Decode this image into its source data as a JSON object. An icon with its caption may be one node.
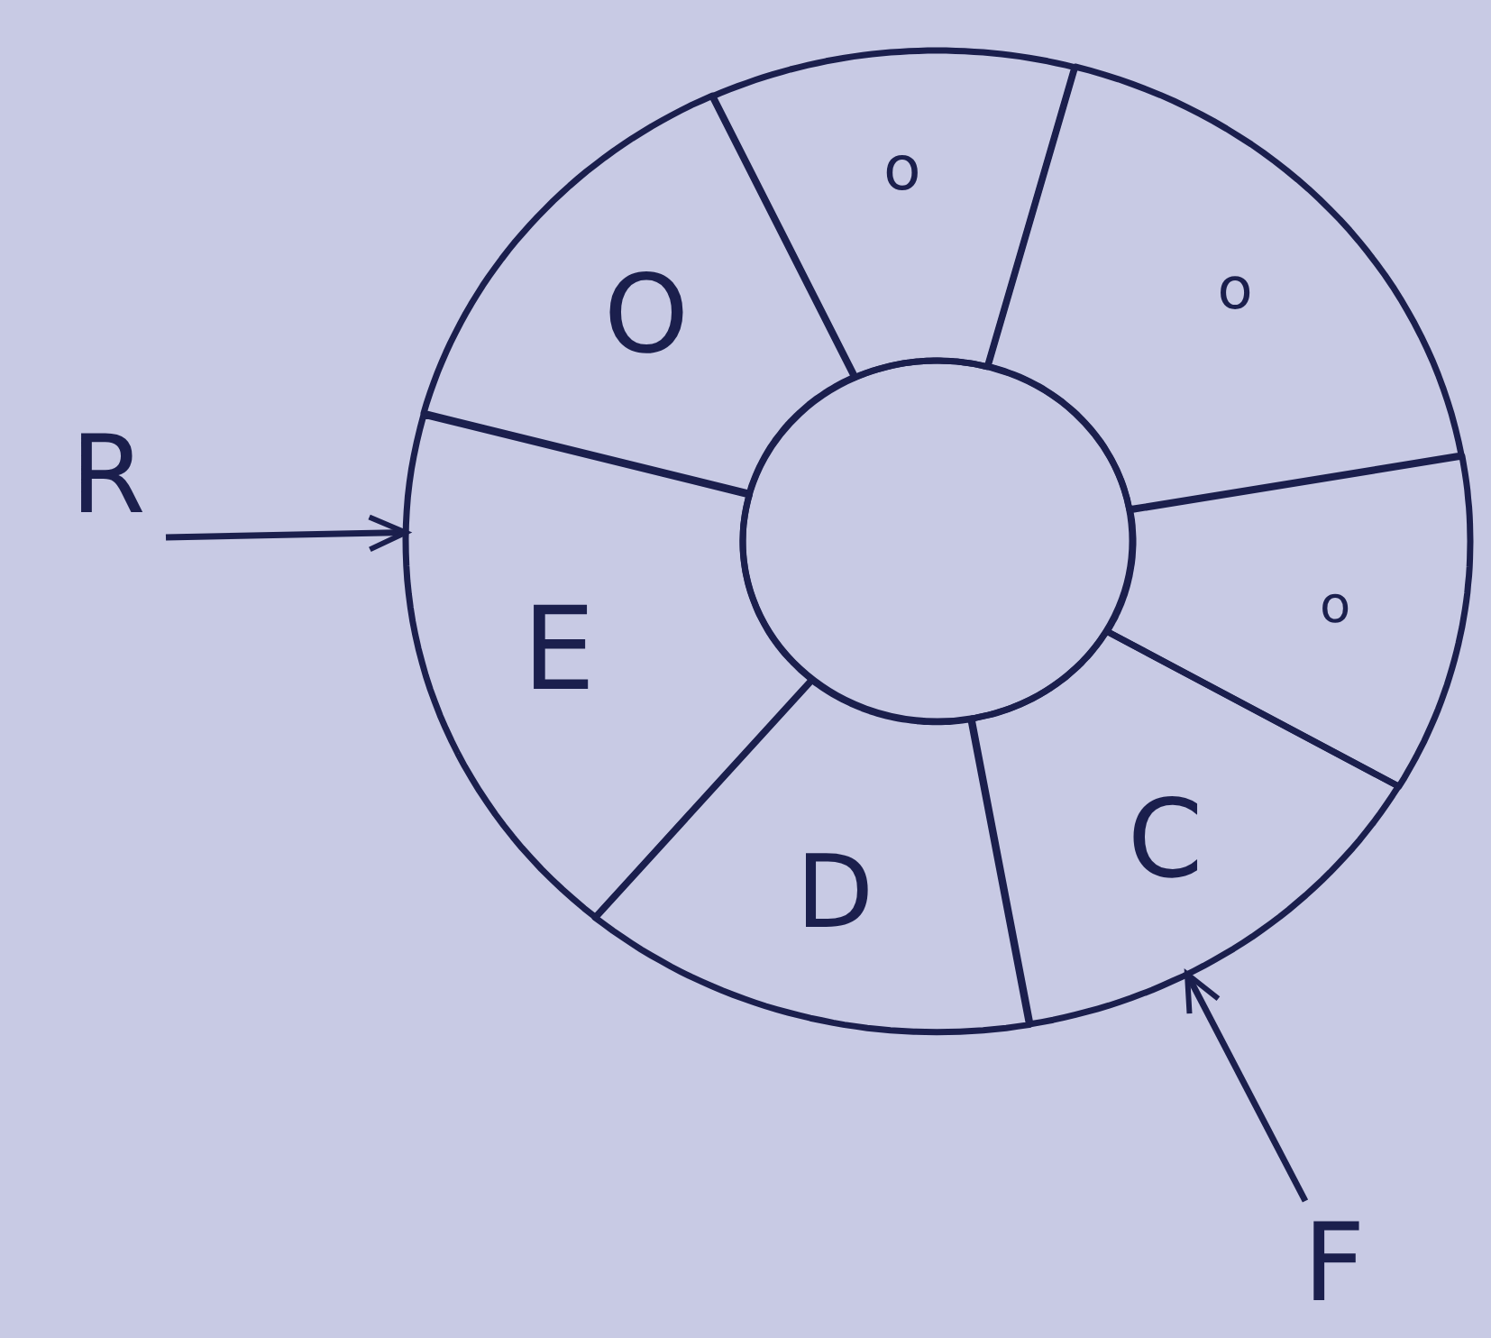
{
  "diagram": {
    "nodes": [
      {
        "text": [
          "O"
        ]
      },
      {
        "text": [
          "o"
        ]
      },
      {
        "text": [
          "o"
        ]
      },
      {
        "text": [
          "o"
        ]
      },
      {
        "text": [
          "C"
        ]
      },
      {
        "text": [
          "D"
        ]
      },
      {
        "text": [
          "E"
        ]
      },
      {
        "text": [
          "R"
        ]
      },
      {
        "text": [
          "F"
        ]
      },
      {
        "text": [],
        "shape": "circle"
      }
    ],
    "edges": [
      {
        "from": 7,
        "to": 6,
        "arrow": "to"
      },
      {
        "from": 8,
        "to": 4,
        "arrow": "to"
      }
    ]
  }
}
